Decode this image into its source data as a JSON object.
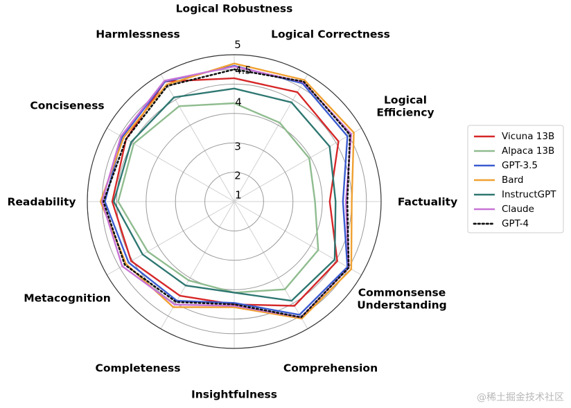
{
  "chart_data": {
    "type": "radar",
    "axes": [
      "Logical Robustness",
      "Logical Correctness",
      "Logical Efficiency",
      "Factuality",
      "Commonsense Understanding",
      "Comprehension",
      "Insightfulness",
      "Completeness",
      "Metacognition",
      "Readability",
      "Conciseness",
      "Harmlessness"
    ],
    "rticks": [
      1,
      2,
      3,
      4,
      4.5,
      5
    ],
    "rtick_labels": [
      "1",
      "2",
      "3",
      "4",
      "4.5",
      "5"
    ],
    "rlim": [
      0,
      5
    ],
    "grid": true,
    "legend_position": "right",
    "series": [
      {
        "name": "Vicuna 13B",
        "color": "#d62728",
        "values": [
          4.2,
          4.3,
          4.1,
          3.25,
          4.05,
          4.1,
          3.5,
          3.7,
          4.05,
          4.15,
          4.25,
          4.72
        ]
      },
      {
        "name": "Alpaca 13B",
        "color": "#8fbc8f",
        "values": [
          3.35,
          3.1,
          2.95,
          2.75,
          3.3,
          3.45,
          3.1,
          3.1,
          3.4,
          3.95,
          3.95,
          3.75
        ]
      },
      {
        "name": "GPT-3.5",
        "color": "#3a5bd0",
        "values": [
          4.62,
          4.65,
          4.45,
          3.7,
          4.45,
          4.45,
          3.45,
          3.9,
          4.15,
          4.4,
          4.4,
          4.72
        ]
      },
      {
        "name": "Bard",
        "color": "#f0a030",
        "values": [
          4.7,
          4.78,
          4.7,
          4.0,
          4.6,
          4.6,
          3.6,
          4.15,
          4.25,
          4.55,
          4.35,
          4.6
        ]
      },
      {
        "name": "InstructGPT",
        "color": "#2e7771",
        "values": [
          3.85,
          3.9,
          3.75,
          3.45,
          3.95,
          3.9,
          3.1,
          3.3,
          3.6,
          4.1,
          4.05,
          4.1
        ]
      },
      {
        "name": "Claude",
        "color": "#c873d6",
        "values": [
          4.6,
          4.7,
          4.6,
          3.8,
          4.5,
          4.55,
          3.55,
          4.05,
          4.4,
          4.5,
          4.45,
          4.75
        ]
      },
      {
        "name": "GPT-4",
        "color": "#111111",
        "dashed": true,
        "values": [
          4.5,
          4.72,
          4.55,
          3.85,
          4.5,
          4.55,
          3.5,
          3.95,
          4.3,
          4.45,
          4.25,
          4.55
        ]
      }
    ]
  },
  "watermark": "@稀土掘金技术社区"
}
